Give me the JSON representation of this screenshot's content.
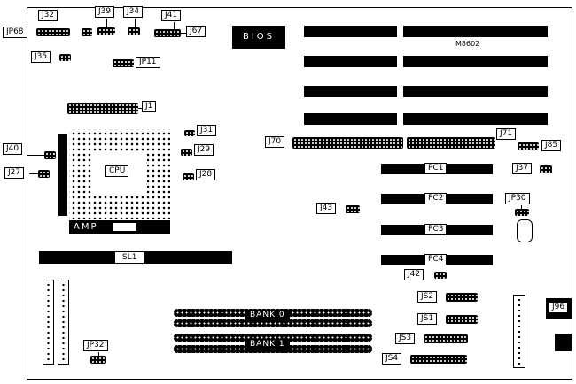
{
  "labels": {
    "jp68": "JP68",
    "j32": "J32",
    "j39": "J39",
    "j34": "J34",
    "j41": "J41",
    "j67": "J67",
    "j35": "J35",
    "jp11": "JP11",
    "j1": "J1",
    "j31": "J31",
    "j29": "J29",
    "j28": "J28",
    "j40": "J40",
    "j27": "J27",
    "j70": "J70",
    "j71": "J71",
    "j85": "J85",
    "j37": "J37",
    "jp30": "JP30",
    "j43": "J43",
    "j42": "J42",
    "jp32": "JP32",
    "js1": "JS1",
    "js2": "JS2",
    "js3": "JS3",
    "js4": "JS4",
    "j96": "J96",
    "pc1": "PC1",
    "pc2": "PC2",
    "pc3": "PC3",
    "pc4": "PC4",
    "cpu": "CPU",
    "sl1": "SL1"
  },
  "chips": {
    "bios": "BIOS",
    "m8602": "M8602",
    "amp": "AMP",
    "bank0": "BANK 0",
    "bank1": "BANK 1"
  },
  "colors": {
    "ink": "#000000",
    "background": "#ffffff"
  }
}
